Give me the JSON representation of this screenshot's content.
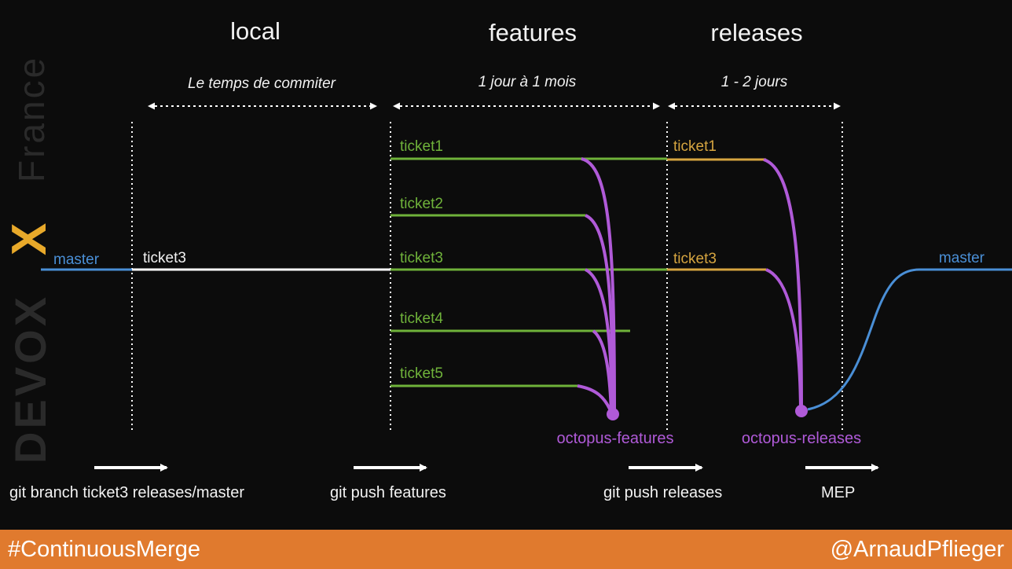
{
  "headers": {
    "local": "local",
    "features": "features",
    "releases": "releases"
  },
  "durations": {
    "local": "Le temps de commiter",
    "features": "1 jour à 1 mois",
    "releases": "1 - 2 jours"
  },
  "brand": {
    "devox": "DEVOX",
    "x": "X",
    "france": "France"
  },
  "branches": {
    "master_left": "master",
    "ticket3_local": "ticket3",
    "features": [
      "ticket1",
      "ticket2",
      "ticket3",
      "ticket4",
      "ticket5"
    ],
    "releases": [
      "ticket1",
      "ticket3"
    ],
    "master_right": "master"
  },
  "merges": {
    "features": "octopus-features",
    "releases": "octopus-releases"
  },
  "commands": {
    "branch": "git branch ticket3 releases/master",
    "push_features": "git push features",
    "push_releases": "git push releases",
    "mep": "MEP"
  },
  "footer": {
    "hashtag": "#ContinuousMerge",
    "handle": "@ArnaudPflieger"
  },
  "colors": {
    "master": "#4a8fd6",
    "feature_branch": "#6fb23a",
    "release_branch": "#d6a540",
    "octopus": "#b05ad8",
    "local_branch": "#ffffff",
    "footer": "#e07a2e",
    "brand_x": "#e8a92a"
  }
}
